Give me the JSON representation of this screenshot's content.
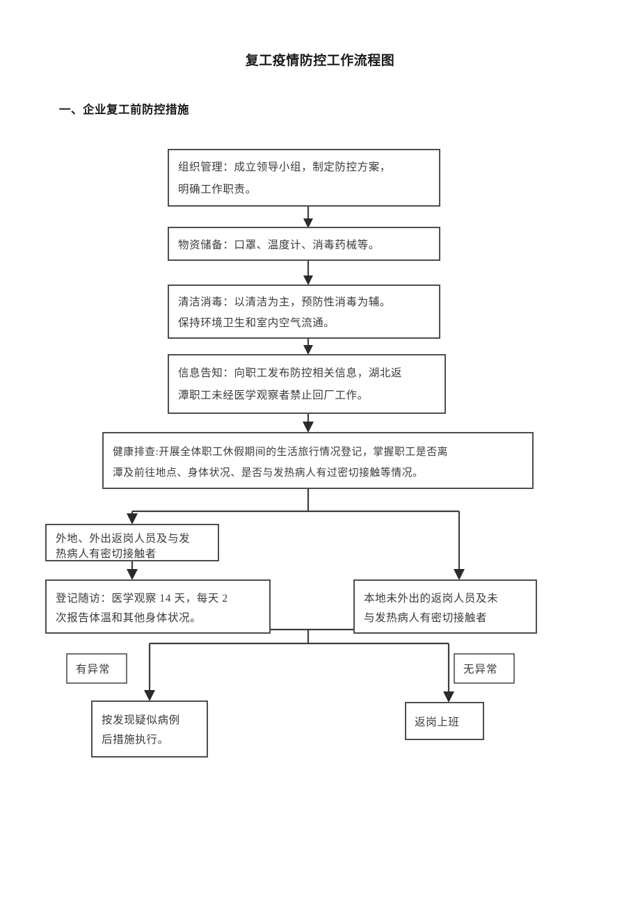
{
  "document": {
    "title": "复工疫情防控工作流程图",
    "section_heading": "一、企业复工前防控措施"
  },
  "flowchart": {
    "nodes": {
      "org_management": {
        "lines": [
          "组织管理：成立领导小组，制定防控方案，",
          "明确工作职责。"
        ]
      },
      "supplies": {
        "lines": [
          "物资储备：口罩、温度计、消毒药械等。"
        ]
      },
      "cleaning": {
        "lines": [
          "清洁消毒：以清洁为主，预防性消毒为辅。",
          "保持环境卫生和室内空气流通。"
        ]
      },
      "information": {
        "lines": [
          "信息告知：向职工发布防控相关信息，湖北返",
          "潭职工未经医学观察者禁止回厂工作。"
        ]
      },
      "health_screening": {
        "lines": [
          "健康排查:开展全体职工休假期间的生活旅行情况登记，掌握职工是否离",
          "潭及前往地点、身体状况、是否与发热病人有过密切接触等情况。"
        ]
      },
      "returnees_outside": {
        "lines": [
          "外地、外出返岗人员及与发",
          "热病人有密切接触者"
        ]
      },
      "follow_up": {
        "lines": [
          "登记随访：医学观察 14 天，每天 2",
          "次报告体温和其他身体状况。"
        ]
      },
      "local_returnees": {
        "lines": [
          "本地未外出的返岗人员及未",
          "与发热病人有密切接触者"
        ]
      },
      "abnormal_label": {
        "lines": [
          "有异常"
        ]
      },
      "normal_label": {
        "lines": [
          "无异常"
        ]
      },
      "suspected_case": {
        "lines": [
          "按发现疑似病例",
          "后措施执行。"
        ]
      },
      "return_to_work": {
        "lines": [
          "返岗上班"
        ]
      }
    },
    "colors": {
      "box_border": "#4d4d4d",
      "connector": "#3d3d3d",
      "text": "#3a3a3a",
      "background": "#ffffff"
    }
  }
}
